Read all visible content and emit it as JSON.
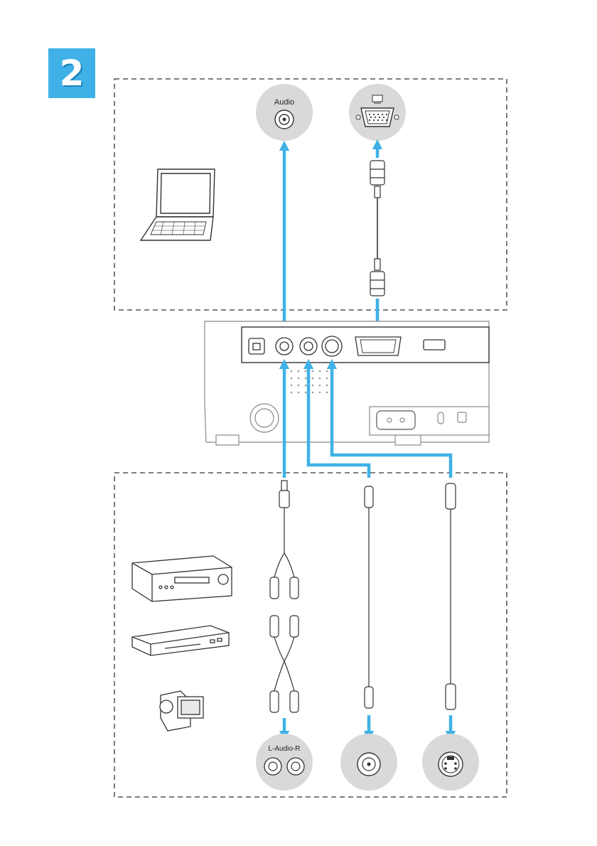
{
  "step": {
    "number": "2"
  },
  "ports": {
    "audio_top": "Audio",
    "audio_lr": "L-Audio-R"
  },
  "colors": {
    "accent": "#3fb1e6",
    "port_circle": "#d9d9d9",
    "line": "#555555"
  },
  "icons": {
    "computer_port": "monitor-icon",
    "lock": "kensington-lock-icon"
  }
}
